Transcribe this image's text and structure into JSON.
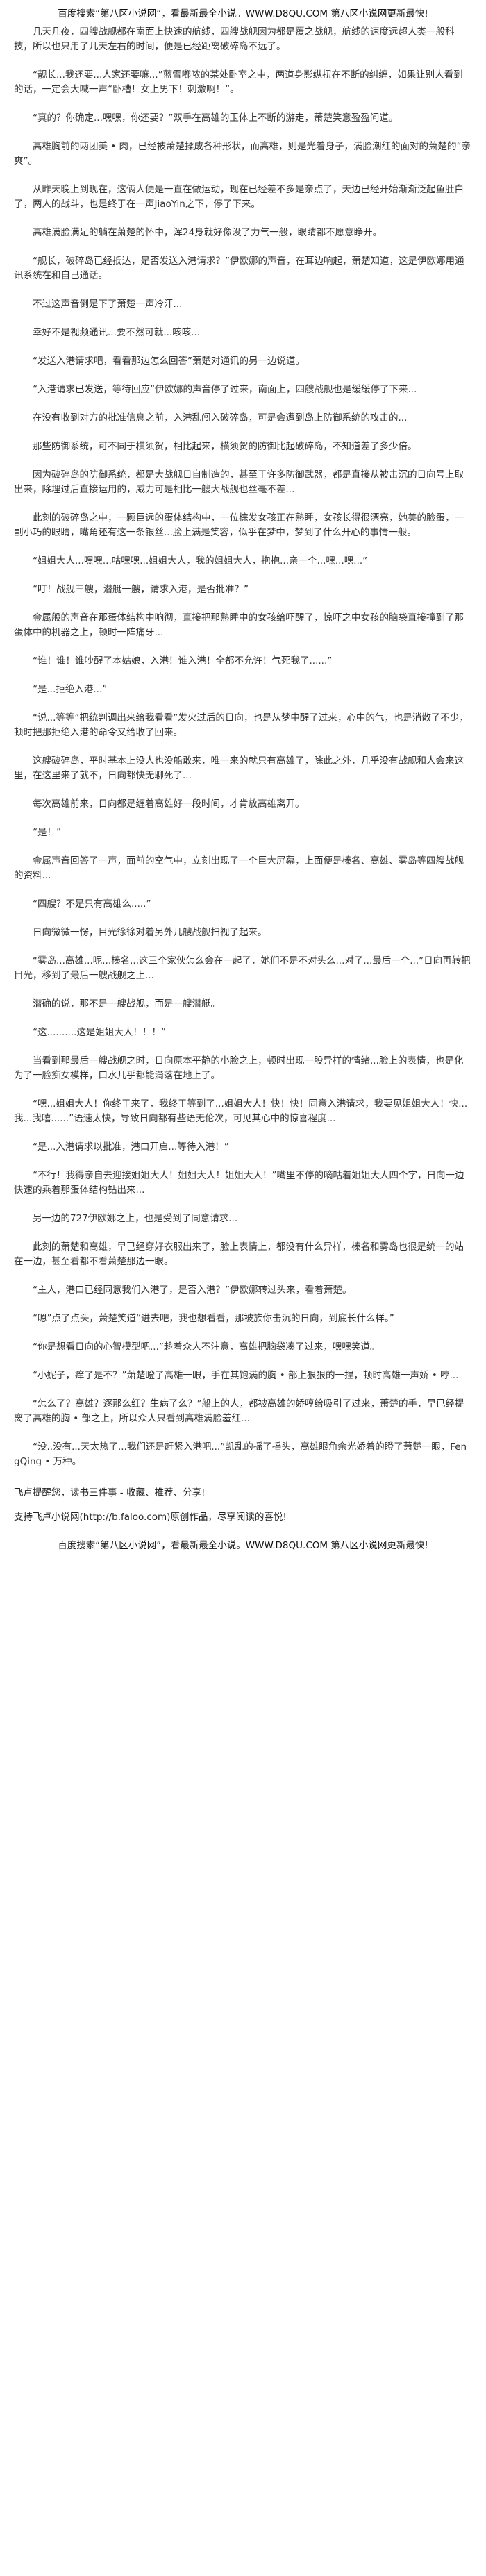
{
  "header": {
    "site_banner": "百度搜索“第八区小说网”，看最新最全小说。WWW.D8QU.COM  第八区小说网更新最快!"
  },
  "content": {
    "paragraphs": [
      "几天几夜，四艘战舰都在南面上快速的航线，四艘战舰因为都是覆之战舰，航线的速度远超人类一般科技，所以也只用了几天左右的时间，便是已经距离破碎岛不远了。",
      "“靓长...我还要...人家还要嘛...”蓝雪嘟哝的某处卧室之中，两道身影纵扭在不断的纠缠，如果让别人看到的话，一定会大喊一声“卧槽！女上男下！刺激啊！”。",
      "“真的？你确定...嘿嘿，你还要？”双手在高雄的玉体上不断的游走，萧楚笑意盈盈问道。",
      "高雄胸前的两团美 • 肉，已经被萧楚揉成各种形状，而高雄，则是光着身子，满脸潮红的面对的萧楚的“亲爽”。",
      "从昨天晚上到现在，这俩人便是一直在做运动，现在已经差不多是亲点了，天边已经开始渐渐泛起鱼肚白了，两人的战斗，也是终于在一声JiaoYin之下，停了下来。",
      "高雄满脸满足的躺在萧楚的怀中，浑24身就好像没了力气一般，眼睛都不愿意睁开。",
      "“舰长，破碎岛已经抵达，是否发送入港请求？”伊欧娜的声音，在耳边响起，萧楚知道，这是伊欧娜用通讯系统在和自己通话。",
      "不过这声音倒是下了萧楚一声冷汗...",
      "幸好不是视频通讯...要不然可就...咳咳...",
      "“发送入港请求吧，看看那边怎么回答”萧楚对通讯的另一边说道。",
      "“入港请求已发送，等待回应”伊欧娜的声音停了过来，南面上，四艘战舰也是缓缓停了下来...",
      "在没有收到对方的批准信息之前，入港乱闯入破碎岛，可是会遭到岛上防御系统的攻击的...",
      "那些防御系统，可不同于横须贺，相比起来，横须贺的防御比起破碎岛，不知道差了多少倍。",
      "因为破碎岛的防御系统，都是大战舰日自制造的，甚至于许多防御武器，都是直接从被击沉的日向号上取出来，除埋过后直接运用的，威力可是相比一艘大战舰也丝毫不差...",
      "此刻的破碎岛之中，一颗巨远的蛋体结构中，一位棕发女孩正在熟睡，女孩长得很漂亮，她美的脸蛋，一副小巧的眼睛，嘴角还有这一条银丝...脸上满是笑容，似乎在梦中，梦到了什么开心的事情一般。",
      "“姐姐大人...嘿嘿...咕嘿嘿...姐姐大人，我的姐姐大人，抱抱...亲一个...嘿...嘿...”",
      "“叮！战舰三艘，潜艇一艘，请求入港，是否批准？”",
      "金属般的声音在那蛋体结构中响彻，直接把那熟睡中的女孩给吓醒了，惊吓之中女孩的脑袋直接撞到了那蛋体中的机器之上，顿时一阵痛牙...",
      "“谁！谁！谁吵醒了本姑娘，入港！谁入港！全都不允许！气死我了......”",
      "“是...拒绝入港...”",
      "“说...等等”把统判调出来给我看看”发火过后的日向，也是从梦中醒了过来，心中的气，也是消散了不少，顿时把那拒绝入港的命令又给收了回来。",
      "这艘破碎岛，平时基本上没人也没船敢来，唯一来的就只有高雄了，除此之外，几乎没有战舰和人会来这里，在这里来了就不，日向都快无聊死了...",
      "每次高雄前来，日向都是缠着高雄好一段时间，才肯放高雄离开。",
      "“是！”",
      "金属声音回答了一声，面前的空气中，立刻出现了一个巨大屏幕，上面便是榛名、高雄、雾岛等四艘战舰的资料...",
      "“四艘？不是只有高雄么.....”",
      "日向微微一愣，目光徐徐对着另外几艘战舰扫视了起来。",
      "“雾岛...高雄...呢...榛名...这三个家伙怎么会在一起了，她们不是不对头么...对了...最后一个...”日向再转把目光，移到了最后一艘战舰之上...",
      "潜确的说，那不是一艘战舰，而是一艘潜艇。",
      "“这..........这是姐姐大人！！！”",
      "当看到那最后一艘战舰之时，日向原本平静的小脸之上，顿时出现一股异样的情绪...脸上的表情，也是化为了一脸痴女模样，口水几乎都能滴落在地上了。",
      "“嘿...姐姐大人！你终于来了，我终于等到了...姐姐大人！快！快！同意入港请求，我要见姐姐大人！快...我...我嘻......”语速太快，导致日向都有些语无伦次，可见其心中的惊喜程度...",
      "“是...入港请求以批准，港口开启...等待入港！”",
      "“不行！我得亲自去迎接姐姐大人！姐姐大人！姐姐大人！”嘴里不停的嘀咕着姐姐大人四个字，日向一边快速的乘着那蛋体结构钻出来...",
      "另一边的727伊欧娜之上，也是受到了同意请求...",
      "此刻的萧楚和高雄，早已经穿好衣服出来了，脸上表情上，都没有什么异样，榛名和雾岛也很是统一的站在一边，甚至看都不看萧楚那边一眼。",
      "“主人，港口已经同意我们入港了，是否入港？”伊欧娜转过头来，看着萧楚。",
      "“嗯”点了点头，萧楚笑道“进去吧，我也想看看，那被族你击沉的日向，到底长什么样。”",
      "“你是想看日向的心智模型吧...”趁着众人不注意，高雄把脑袋凑了过来，嘿嘿笑道。",
      "“小妮子，痒了是不？”萧楚瞪了高雄一眼，手在其饱满的胸 • 部上狠狠的一捏，顿时高雄一声娇 • 哼...",
      "“怎么了？高雄？逐那么红？生病了么？”船上的人，都被高雄的娇哼给吸引了过来，萧楚的手，早已经提离了高雄的胸 • 部之上，所以众人只看到高雄满脸羞红...",
      "“没..没有...天太热了...我们还是赶紧入港吧...”凯乱的摇了摇头，高雄眼角余光娇着的瞪了萧楚一眼，FengQing • 万种。"
    ]
  },
  "footer": {
    "line1": "飞卢提醒您，读书三件事 - 收藏、推荐、分享!",
    "line2": "支持飞卢小说网(http://b.faloo.com)原创作品，尽享阅读的喜悦!",
    "site_banner": "百度搜索“第八区小说网”，看最新最全小说。WWW.D8QU.COM  第八区小说网更新最快!"
  }
}
